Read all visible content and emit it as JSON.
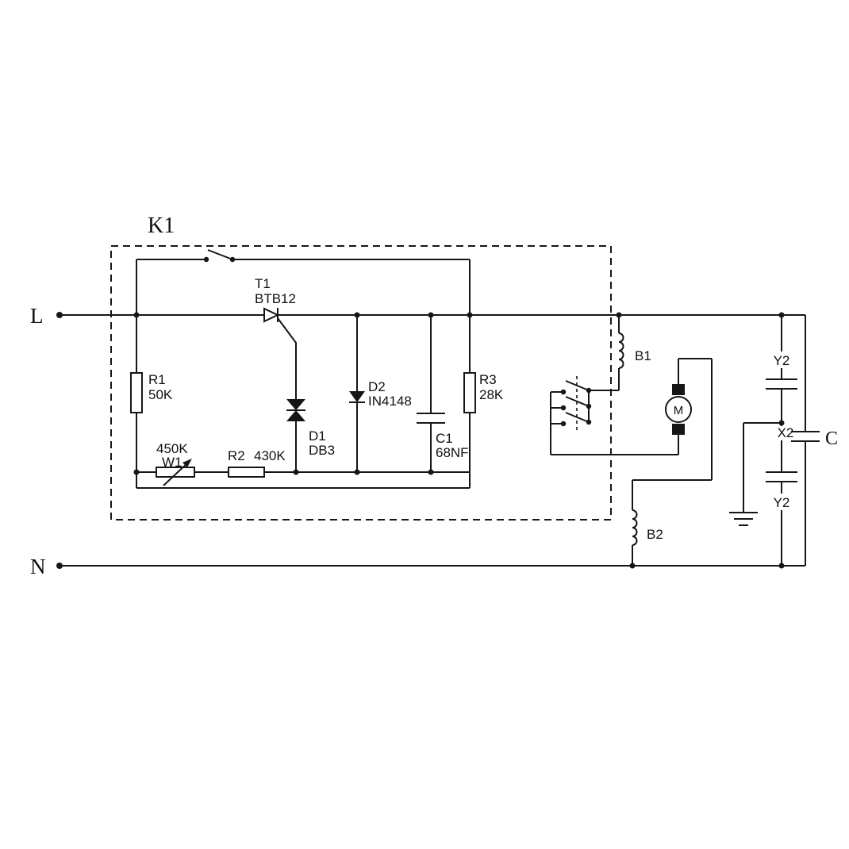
{
  "module": {
    "label": "K1"
  },
  "rails": {
    "live": "L",
    "neutral": "N"
  },
  "triac": {
    "name": "T1",
    "part": "BTB12"
  },
  "r1": {
    "name": "R1",
    "value": "50K"
  },
  "w1": {
    "name": "W1",
    "value": "450K"
  },
  "r2": {
    "name": "R2",
    "value": "430K"
  },
  "d1": {
    "name": "D1",
    "part": "DB3"
  },
  "d2": {
    "name": "D2",
    "part": "IN4148"
  },
  "c1": {
    "name": "C1",
    "value": "68NF"
  },
  "r3": {
    "name": "R3",
    "value": "28K"
  },
  "b1": {
    "name": "B1"
  },
  "b2": {
    "name": "B2"
  },
  "motor": {
    "label": "M"
  },
  "filter": {
    "y2_top": "Y2",
    "x2": "X2",
    "y2_bottom": "Y2",
    "block": "C"
  }
}
